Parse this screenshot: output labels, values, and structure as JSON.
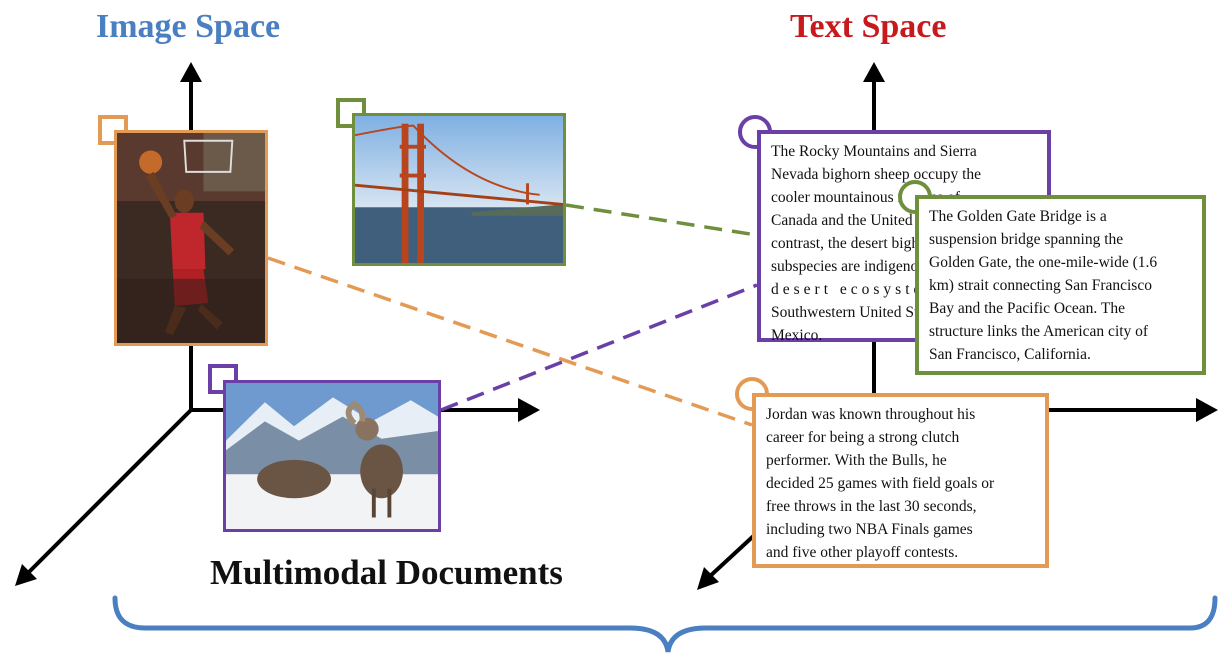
{
  "titles": {
    "image_space": "Image Space",
    "text_space": "Text Space",
    "multimodal": "Multimodal Documents"
  },
  "colors": {
    "image_space_title": "#4a7fc1",
    "text_space_title": "#c8191c",
    "orange": "#e39a54",
    "green": "#6f8f3d",
    "purple": "#6a3fa6",
    "brace": "#4a7fc1",
    "axes": "#000000"
  },
  "images": [
    {
      "subject": "basketball player dunking",
      "frame_color": "orange"
    },
    {
      "subject": "Golden Gate Bridge",
      "frame_color": "green"
    },
    {
      "subject": "bighorn sheep in snowy mountains",
      "frame_color": "purple"
    }
  ],
  "texts": {
    "rocky": {
      "lines": [
        "The Rocky Mountains and Sierra",
        "Nevada bighorn sheep occupy the",
        "cooler mountainous regions of",
        "Canada and the United States. In",
        "contrast, the desert bighorn",
        "subspecies are indigenous to the",
        "desert ecosystems of the",
        "Southwestern United States and",
        "Mexico."
      ]
    },
    "golden_gate": {
      "lines": [
        "The Golden Gate Bridge is a",
        "suspension bridge spanning the",
        "Golden Gate, the one-mile-wide (1.6",
        "km) strait connecting San Francisco",
        "Bay and the Pacific Ocean. The",
        "structure links the American city of",
        "San Francisco, California."
      ]
    },
    "jordan": {
      "lines": [
        "Jordan was known throughout his",
        "career for being a strong clutch",
        "performer. With the Bulls, he",
        "decided 25 games with field goals or",
        "free throws in the last 30 seconds,",
        "including two NBA Finals games",
        "and five other playoff contests."
      ]
    }
  }
}
